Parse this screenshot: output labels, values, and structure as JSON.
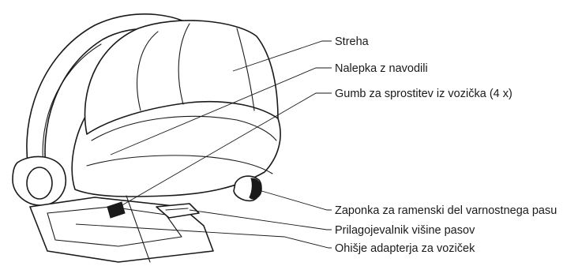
{
  "labels": {
    "canopy": "Streha",
    "instruction_sticker": "Nalepka z navodili",
    "release_button": "Gumb za sprostitev iz vozička (4 x)",
    "shoulder_belt_buckle": "Zaponka za ramenski del varnostnega pasu",
    "harness_height_adjuster": "Prilagojevalnik višine pasov",
    "stroller_adapter_housing": "Ohišje adapterja za voziček"
  }
}
